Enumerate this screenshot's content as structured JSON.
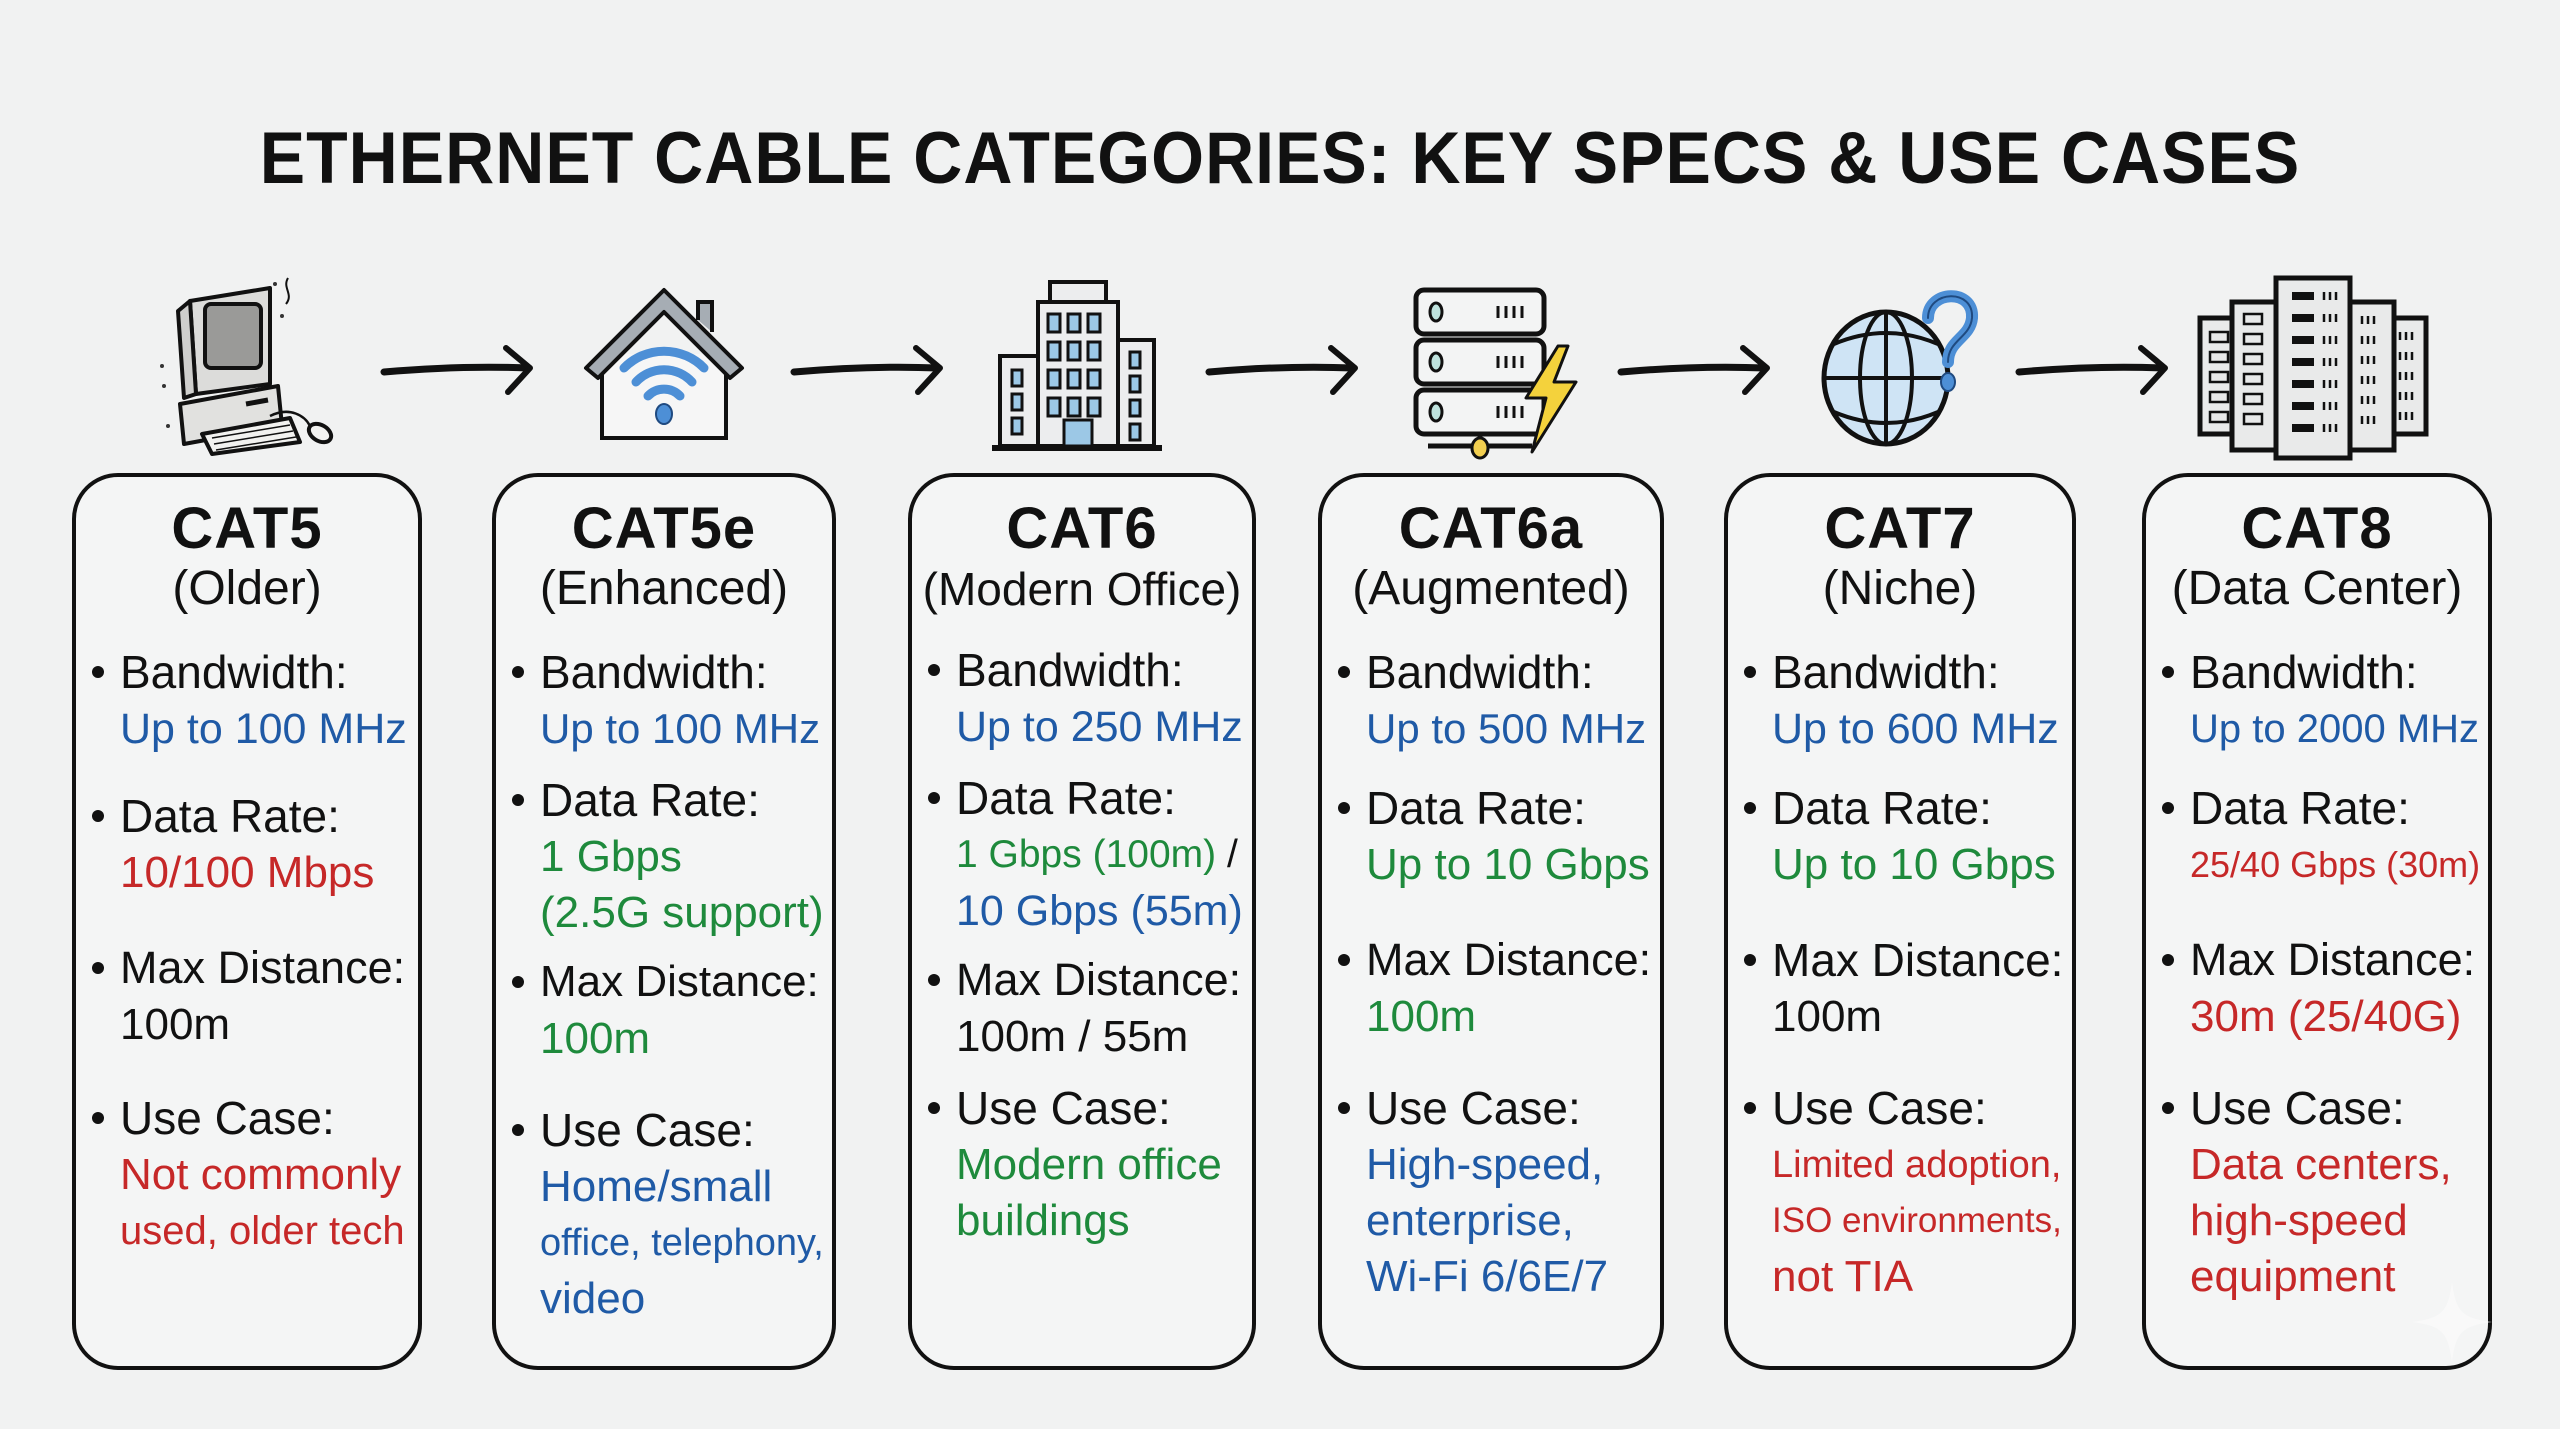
{
  "title": "ETHERNET CABLE CATEGORIES: KEY SPECS & USE CASES",
  "colors": {
    "background": "#f1f2f2",
    "text": "#111111",
    "blue": "#1f5aa6",
    "red": "#c62828",
    "green": "#1e8a3c"
  },
  "labels": {
    "bandwidth": "Bandwidth:",
    "data_rate": "Data Rate:",
    "max_distance": "Max Distance:",
    "use_case": "Use Case:"
  },
  "icons": [
    {
      "name": "old-computer-icon"
    },
    {
      "name": "home-wifi-icon"
    },
    {
      "name": "office-building-icon"
    },
    {
      "name": "server-power-icon"
    },
    {
      "name": "globe-question-icon"
    },
    {
      "name": "data-center-racks-icon"
    }
  ],
  "cards": [
    {
      "name": "CAT5",
      "subtitle": "(Older)",
      "bandwidth": [
        {
          "text": "Up to 100 MHz",
          "color": "blue"
        }
      ],
      "data_rate": [
        {
          "text": "10/100 Mbps",
          "color": "red"
        }
      ],
      "max_distance": [
        {
          "text": "100m",
          "color": "black"
        }
      ],
      "use_case": [
        {
          "text": "Not commonly",
          "color": "red"
        },
        {
          "text": "used, older tech",
          "color": "red"
        }
      ]
    },
    {
      "name": "CAT5e",
      "subtitle": "(Enhanced)",
      "bandwidth": [
        {
          "text": "Up to 100 MHz",
          "color": "blue"
        }
      ],
      "data_rate": [
        {
          "text": "1 Gbps",
          "color": "green"
        },
        {
          "text": "(2.5G support)",
          "color": "green"
        }
      ],
      "max_distance": [
        {
          "text": "100m",
          "color": "green"
        }
      ],
      "use_case": [
        {
          "text": "Home/small",
          "color": "blue"
        },
        {
          "text": "office, telephony,",
          "color": "blue"
        },
        {
          "text": "video",
          "color": "blue"
        }
      ]
    },
    {
      "name": "CAT6",
      "subtitle": "(Modern Office)",
      "bandwidth": [
        {
          "text": "Up to 250 MHz",
          "color": "blue"
        }
      ],
      "data_rate": [
        {
          "text": "1 Gbps (100m)",
          "color": "green",
          "suffix": " /"
        },
        {
          "text": "10 Gbps (55m)",
          "color": "blue"
        }
      ],
      "max_distance": [
        {
          "text": "100m / 55m",
          "color": "black"
        }
      ],
      "use_case": [
        {
          "text": "Modern office",
          "color": "green"
        },
        {
          "text": "buildings",
          "color": "green"
        }
      ]
    },
    {
      "name": "CAT6a",
      "subtitle": "(Augmented)",
      "bandwidth": [
        {
          "text": "Up to 500 MHz",
          "color": "blue"
        }
      ],
      "data_rate": [
        {
          "text": "Up to 10 Gbps",
          "color": "green"
        }
      ],
      "max_distance": [
        {
          "text": "100m",
          "color": "green"
        }
      ],
      "use_case": [
        {
          "text": "High-speed,",
          "color": "blue"
        },
        {
          "text": "enterprise,",
          "color": "blue"
        },
        {
          "text": "Wi-Fi 6/6E/7",
          "color": "blue"
        }
      ]
    },
    {
      "name": "CAT7",
      "subtitle": "(Niche)",
      "bandwidth": [
        {
          "text": "Up to 600 MHz",
          "color": "blue"
        }
      ],
      "data_rate": [
        {
          "text": "Up to 10 Gbps",
          "color": "green"
        }
      ],
      "max_distance": [
        {
          "text": "100m",
          "color": "black"
        }
      ],
      "use_case": [
        {
          "text": "Limited adoption,",
          "color": "red"
        },
        {
          "text": "ISO environments,",
          "color": "red"
        },
        {
          "text": "not TIA",
          "color": "red"
        }
      ]
    },
    {
      "name": "CAT8",
      "subtitle": "(Data Center)",
      "bandwidth": [
        {
          "text": "Up to 2000 MHz",
          "color": "blue"
        }
      ],
      "data_rate": [
        {
          "text": "25/40 Gbps (30m)",
          "color": "red"
        }
      ],
      "max_distance": [
        {
          "text": "30m (25/40G)",
          "color": "red"
        }
      ],
      "use_case": [
        {
          "text": "Data centers,",
          "color": "red"
        },
        {
          "text": "high-speed",
          "color": "red"
        },
        {
          "text": "equipment",
          "color": "red"
        }
      ]
    }
  ]
}
